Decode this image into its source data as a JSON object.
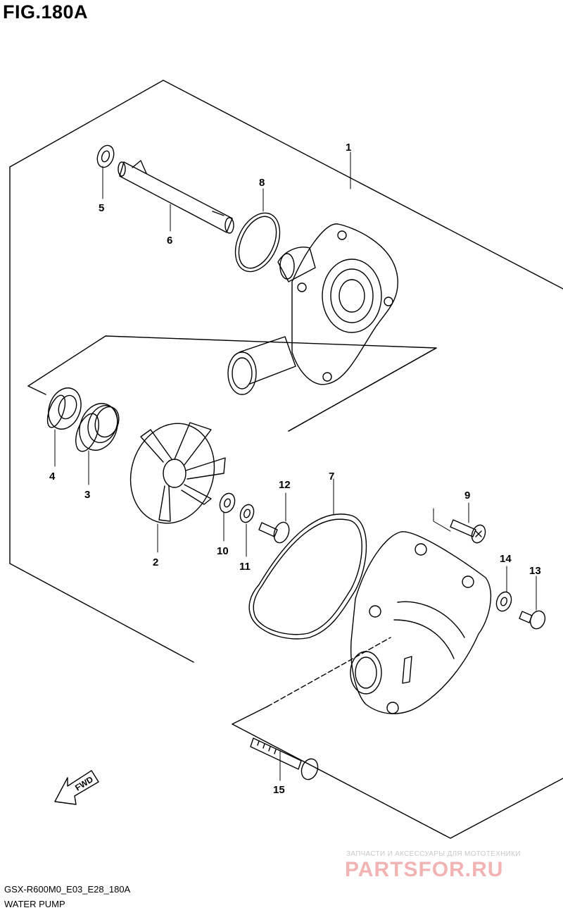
{
  "figure": {
    "title": "FIG.180A"
  },
  "callouts": [
    "1",
    "2",
    "3",
    "4",
    "5",
    "6",
    "7",
    "8",
    "9",
    "10",
    "11",
    "12",
    "13",
    "14",
    "15"
  ],
  "fwd_label": "FWD",
  "footer": {
    "model_code": "GSX-R600M0_E03_E28_180A",
    "diagram_name": "WATER PUMP"
  },
  "watermark": {
    "tagline": "ЗАПЧАСТИ И АКСЕССУАРЫ ДЛЯ МОТОТЕХНИКИ",
    "logo": "PARTSFOR.RU"
  }
}
